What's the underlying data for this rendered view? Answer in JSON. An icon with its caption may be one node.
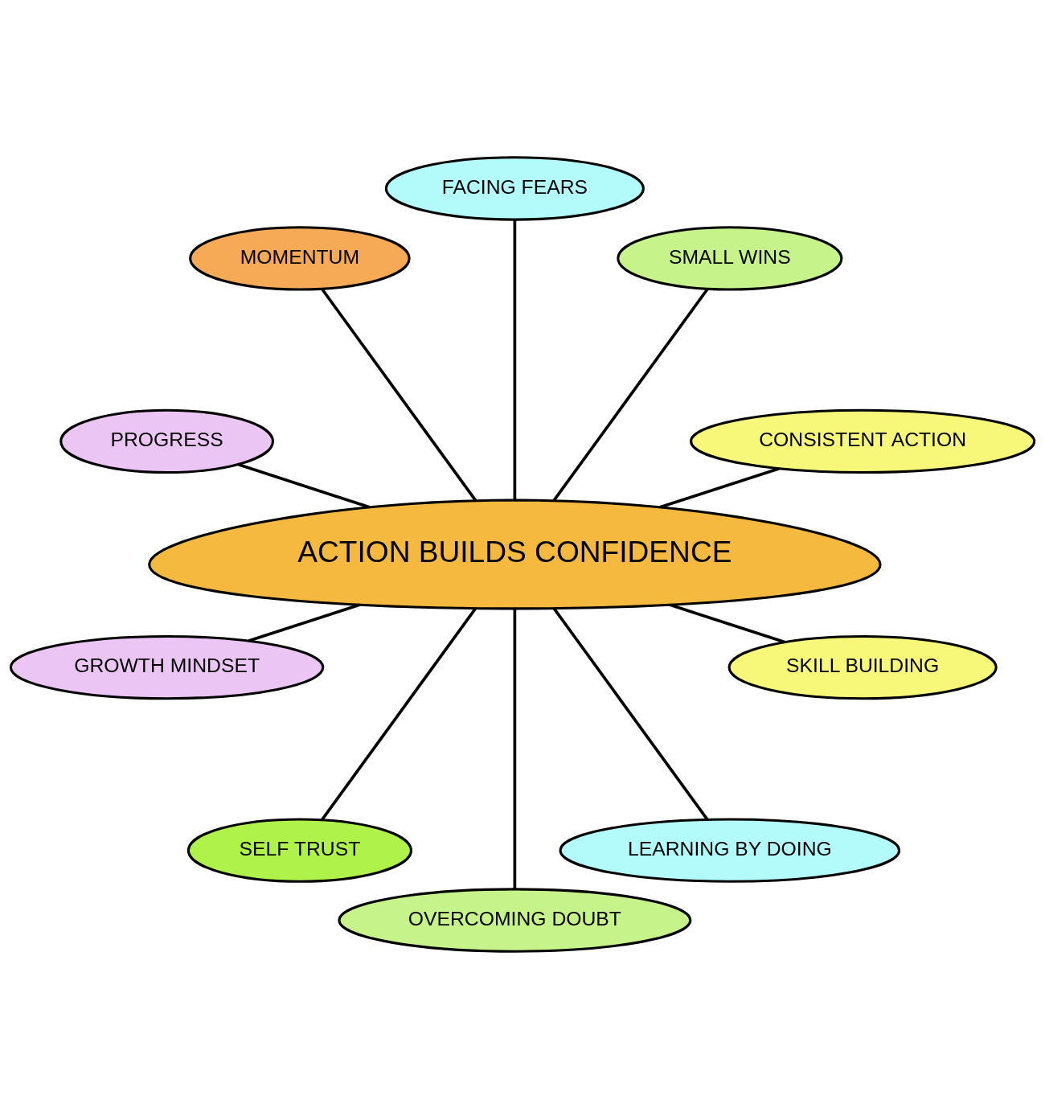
{
  "diagram": {
    "nodes": [
      {
        "text": [
          "ACTION BUILDS CONFIDENCE"
        ]
      },
      {
        "text": [
          "CONSISTENT ACTION"
        ]
      },
      {
        "text": [
          "SMALL WINS"
        ]
      },
      {
        "text": [
          "FACING FEARS"
        ]
      },
      {
        "text": [
          "MOMENTUM"
        ]
      },
      {
        "text": [
          "PROGRESS"
        ]
      },
      {
        "text": [
          "GROWTH MINDSET"
        ]
      },
      {
        "text": [
          "SELF TRUST"
        ]
      },
      {
        "text": [
          "OVERCOMING DOUBT"
        ]
      },
      {
        "text": [
          "LEARNING BY DOING"
        ]
      },
      {
        "text": [
          "SKILL BUILDING"
        ]
      }
    ],
    "edges": [
      {
        "from": 0,
        "to": 1,
        "arrow": "none"
      },
      {
        "from": 0,
        "to": 2,
        "arrow": "none"
      },
      {
        "from": 0,
        "to": 3,
        "arrow": "none"
      },
      {
        "from": 0,
        "to": 4,
        "arrow": "none"
      },
      {
        "from": 0,
        "to": 5,
        "arrow": "none"
      },
      {
        "from": 0,
        "to": 6,
        "arrow": "none"
      },
      {
        "from": 0,
        "to": 7,
        "arrow": "none"
      },
      {
        "from": 0,
        "to": 8,
        "arrow": "none"
      },
      {
        "from": 0,
        "to": 9,
        "arrow": "none"
      },
      {
        "from": 0,
        "to": 10,
        "arrow": "none"
      }
    ]
  }
}
